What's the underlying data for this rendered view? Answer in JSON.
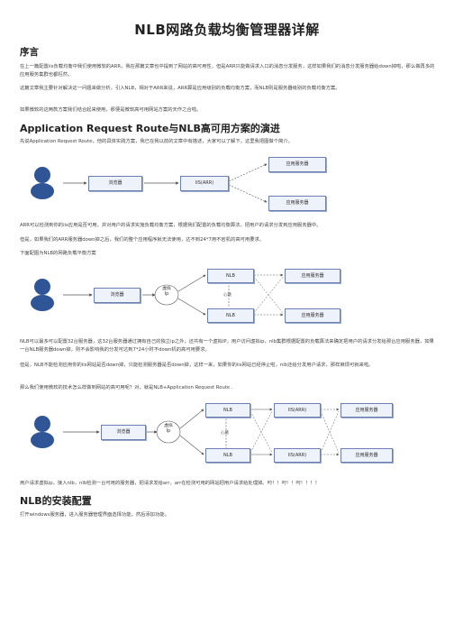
{
  "title": "NLB网路负载均衡管理器详解",
  "sections": {
    "preface_heading": "序言",
    "p1": "在上一篇配置iis负载均衡中我们使用微软的ARR，我在那篇文章也中提到了网站的高可用性，但是ARR只能做请求入口的消息分发服务，这样如果我们的消息分发服务器给down掉啦，那么做再多的应用服务集群也都枉然。",
    "p2": "这篇文章我主要针对解决这一问题来做分析，引入NLB，相对于ARR来说，ARR算是应用级别的负载均衡方案，而NLB则是服务器级别的负载均衡方案。",
    "p3": "如果微软的这两款方案我们结合起来使用，那便是微软高可用网站方案的天作之合啦。",
    "arr_heading": "Application Request Route与NLB高可用方案的演进",
    "p4": "先说Application Request Route，他的具体实践方案，我已在我以前的文章中有描述，大家可以了解下，这里我把图做个简介。",
    "p5": "ARR可以检测到你的iis应用是否可用，并对用户的请求实施负载均衡方案，根据我们配置的负载均衡算法，把用户的请求分发到应用服务器中。",
    "p6": "但是，如果我们的ARR服务器down掉之后，我们的整个应用程序就无法使用，达不到24*7用不宕机的高可用要求。",
    "p7": "下面配图为NLB的网路负载平衡方案",
    "p8": "NLB可以最多可以配置32台服务器，这32台服务器通过拥有自己的独立ip之外，还共有一个虚拟IP，用户访问虚拟ip，nlb集群根据配置的负载算法来确定把用户的请求分发给那台应用服务器，如果一台NLB服务器down掉，则不会影响我的分发可达到7*24小时不down机的高可用要求。",
    "p9": "但是，NLB不能检测应用你的iis网站是否down掉，只能检测服务器是否down掉，这样一来，如果你的iis网站已经停止啦，nlb还给分发用户请求，那样麻烦可就来啦。",
    "p10": "那么我们使用微软的技术怎么样做到网站的高可用呢？对，就是NLB+Application Request Route .",
    "p11": "用户请求虚拟ip，接入nlb，nlb检测一台可用的服务器，把请求发给arr，arr在检测可用的网站把用户请求给处理掉。叼！！叼！！叼！！！！",
    "install_heading": "NLB的安装配置",
    "p12": "打开windows服务器，进入服务器管理界面选择功能，然后添加功能。"
  },
  "diagram1": {
    "browser": "浏览器",
    "arr": "IIS(ARR)",
    "app_top": "应用服务器",
    "app_bottom": "应用服务器"
  },
  "diagram2": {
    "browser": "浏览器",
    "vip_line1": "虚拟",
    "vip_line2": "Ip",
    "nlb_top": "NLB",
    "nlb_bottom": "NLB",
    "heartbeat": "心跳",
    "app_top": "应用服务器",
    "app_bottom": "应用服务器"
  },
  "diagram3": {
    "browser": "浏览器",
    "vip_line1": "虚拟",
    "vip_line2": "Ip",
    "nlb_top": "NLB",
    "nlb_bottom": "NLB",
    "heartbeat": "心跳",
    "arr_top": "IIS(ARR)",
    "arr_bottom": "IIS(ARR)",
    "app_top": "应用服务器",
    "app_bottom": "应用服务器"
  },
  "colors": {
    "box_fill": "#eef2fa",
    "box_border": "#6b7fb3",
    "user_icon": "#2f5597"
  },
  "icons": [
    "user-icon"
  ]
}
